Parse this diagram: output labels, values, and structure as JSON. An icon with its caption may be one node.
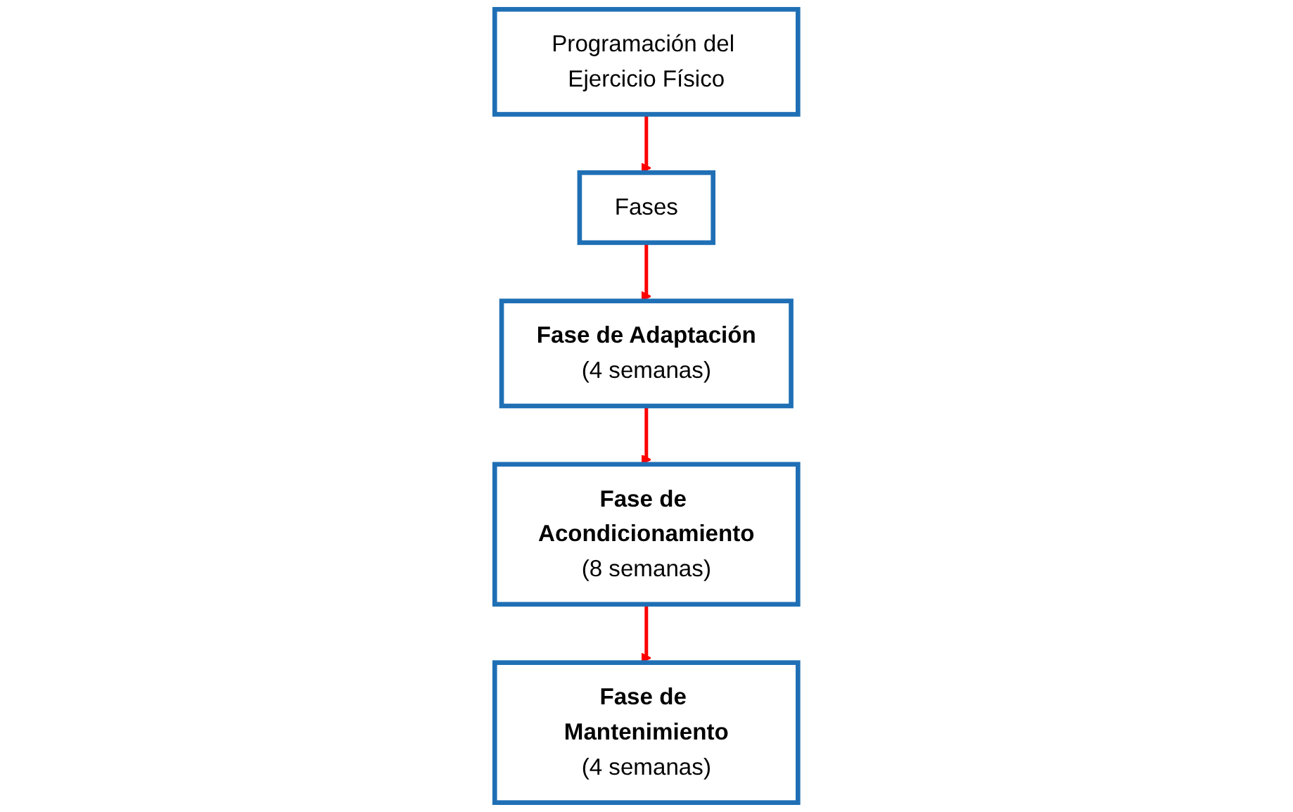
{
  "diagram": {
    "nodes": [
      {
        "text": [
          "Programación del Ejercicio Físico"
        ]
      },
      {
        "text": [
          "Fases"
        ]
      },
      {
        "text": [
          "Fase de Adaptación",
          "(4 semanas)"
        ]
      },
      {
        "text": [
          "Fase de Mantenimiento",
          "(4 semanas)"
        ]
      },
      {
        "text": [
          "Fase de Acondicionamiento",
          "(8 semanas)"
        ]
      }
    ],
    "edges": [
      {
        "from": 0,
        "to": 1,
        "arrow": "to"
      },
      {
        "from": 1,
        "to": 2,
        "arrow": "to"
      },
      {
        "from": 2,
        "to": 4,
        "arrow": "to"
      },
      {
        "from": 4,
        "to": 3,
        "arrow": "to"
      }
    ]
  }
}
